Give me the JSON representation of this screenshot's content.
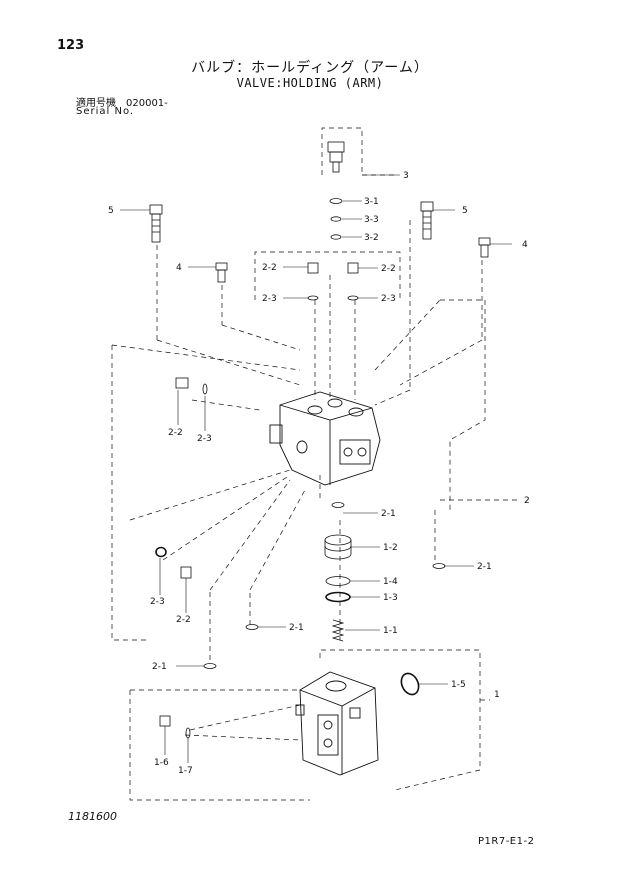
{
  "header": {
    "page_number": "123",
    "title_jp": "バルブ：ホールディング（アーム）",
    "title_en": "VALVE:HOLDING (ARM)",
    "serial_label_jp": "適用号機　020001-",
    "serial_label_en": "Serial No."
  },
  "footer": {
    "drawing_number": "1181600",
    "page_code": "P1R7-E1-2"
  },
  "callouts": {
    "c3": "3",
    "c3_1": "3-1",
    "c3_3": "3-3",
    "c3_2": "3-2",
    "c5_left": "5",
    "c5_right": "5",
    "c4_left": "4",
    "c4_right": "4",
    "c2_2_a": "2-2",
    "c2_2_b": "2-2",
    "c2_3_a": "2-3",
    "c2_3_b": "2-3",
    "c2_2_c": "2-2",
    "c2_3_c": "2-3",
    "c2": "2",
    "c2_1_a": "2-1",
    "c2_1_b": "2-1",
    "c1_2": "1-2",
    "c1_4": "1-4",
    "c1_3": "1-3",
    "c2_3_d": "2-3",
    "c2_2_d": "2-2",
    "c2_1_c": "2-1",
    "c1_1": "1-1",
    "c2_1_d": "2-1",
    "c1_5": "1-5",
    "c1": "1",
    "c1_6": "1-6",
    "c1_7": "1-7"
  }
}
